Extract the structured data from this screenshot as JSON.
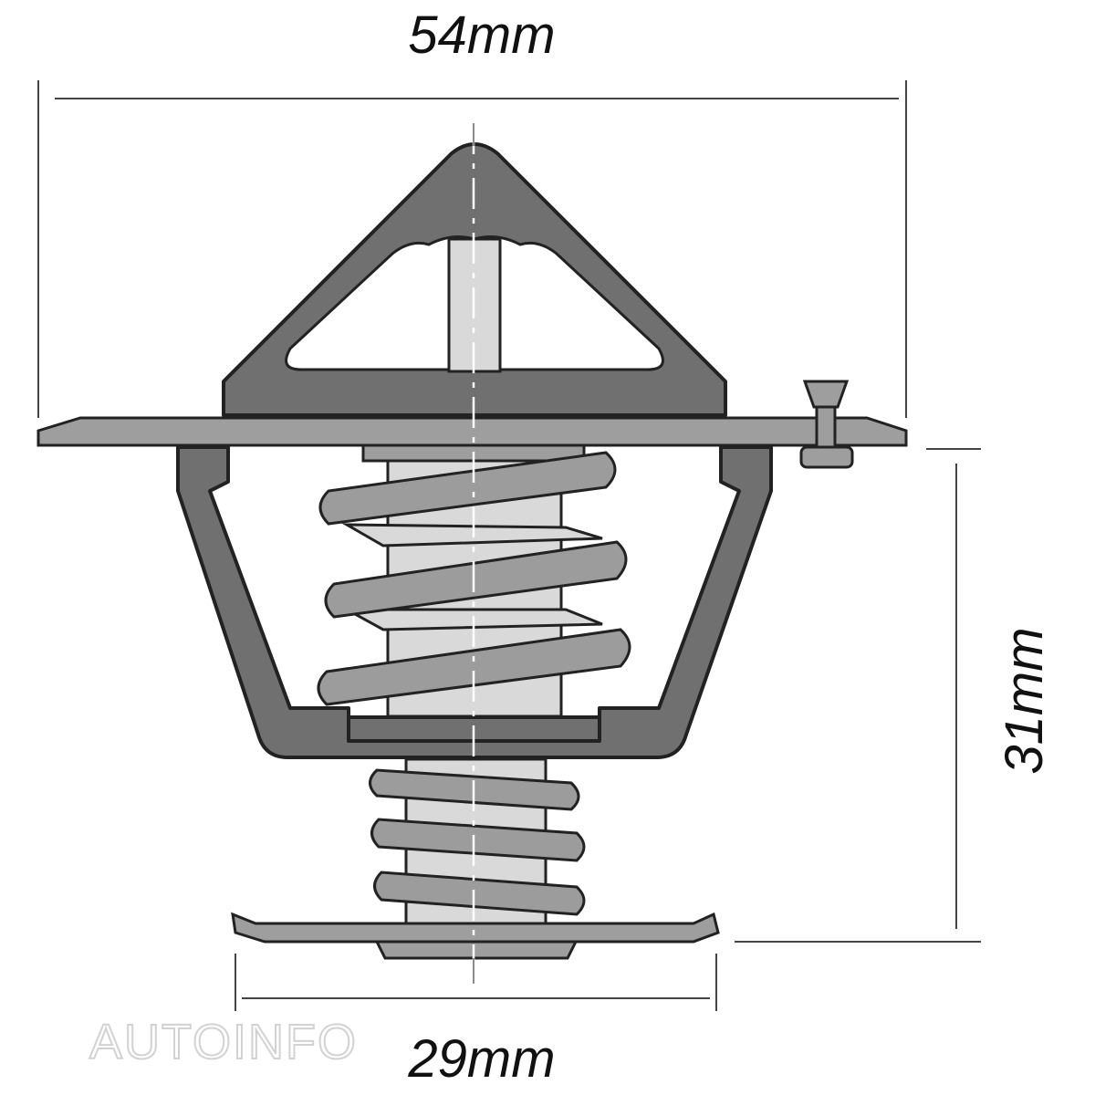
{
  "dimensions": {
    "width_label": "54mm",
    "height_label": "31mm",
    "base_label": "29mm"
  },
  "watermark": {
    "text": "AUTOINFO"
  },
  "colors": {
    "body_dark": "#707070",
    "coil_gray": "#9c9c9c",
    "light_fill": "#d9d9d9",
    "outline": "#222222",
    "watermark": "#d2d2d2"
  }
}
